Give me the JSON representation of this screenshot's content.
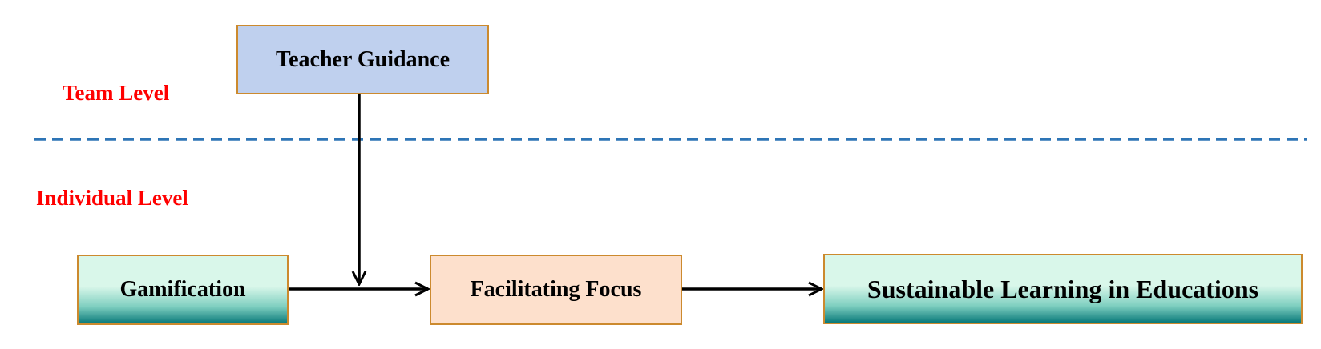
{
  "levels": {
    "team": "Team Level",
    "individual": "Individual Level"
  },
  "nodes": {
    "teacher_guidance": "Teacher Guidance",
    "gamification": "Gamification",
    "facilitating_focus": "Facilitating Focus",
    "sustainable_learning": "Sustainable Learning in Educations"
  },
  "colors": {
    "level_label": "#ff0000",
    "divider": "#2e75b6",
    "teacher_fill": "#bfd0ee",
    "focus_fill": "#fde0cc",
    "gradient_light": "#d9f7ea",
    "gradient_dark": "#0a7a7a",
    "box_border": "#cc8a2e",
    "arrow": "#000000"
  }
}
